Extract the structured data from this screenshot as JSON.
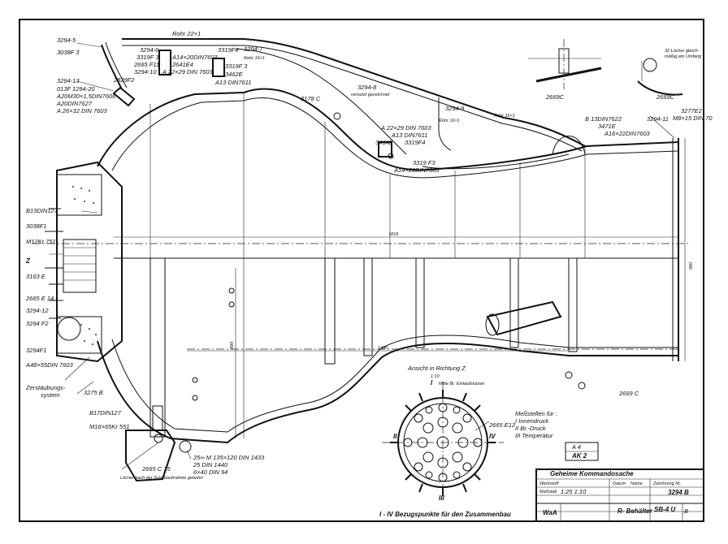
{
  "labels": {
    "l3294_5": "3294-5",
    "l3038f3": "3038F 3",
    "l3294_13": "3294-13",
    "l013f": "013F 1294-20",
    "la20m30": "A20M30×1,5DIN7606",
    "la20din": "A20DIN7627",
    "la26": "A 26×32 DIN 7603",
    "lrohr22": "Rohr 22×1",
    "l3294_6": "3294-6",
    "l3319f3a": "3319F 3",
    "l2665f11": "2665 F11",
    "l3294_10": "3294-10",
    "l2829f2": "2829F2",
    "la14": "A14×20DIN7603",
    "l2641e4": "2641E4",
    "la22a": "A 22×29 DIN 7603",
    "l3319f4a": "3319F4",
    "l3294_7": "3294-7",
    "lrohr16a": "Rohr 16×1",
    "l3319f3b": "3319F 3",
    "l3462e": "3462E",
    "la13a": "A13 DIN7611",
    "l3294_8": "3294-8",
    "lversetzt": "versetzt gezeichnet",
    "l3178c": "3178 C",
    "l3294_9": "3294-9",
    "lrohr16b": "Rohr 16×1",
    "lrohr16c": "Rohr 16×1",
    "la22b": "A 22×29 DIN 7603",
    "la13b": "A13 DIN7611",
    "l3319f4b": "3319F4",
    "l3464e": "3464E",
    "l3319f3c": "3319 F3",
    "la14b": "A14×20DIN7603",
    "l2669c_a": "2669C",
    "l2669c_b": "2669C",
    "l2669c_c": "2669 C",
    "lb13din7622": "B 13DIN7622",
    "l3471e": "3471E",
    "la16": "A16×22DIN7603",
    "l3294_11": "3294-11",
    "l3277e2": "3277E2",
    "lm8": "M8×15 DIN 70",
    "llocher": "32 Löcher gleich-",
    "llocher2": "mäßig am Umfang",
    "lb13din127": "B13DIN127",
    "l3038f1": "3038F1",
    "lm12kr": "M12Kr 751",
    "lz": "Z",
    "l3163e": "3163 E",
    "l2665e14": "2665 E 14",
    "l3294_12": "3294-12",
    "l3294f2": "3294 F2",
    "l3294f1": "3294F1",
    "la48": "A48×55DIN 7603",
    "lzerst1": "Zerstäubungs-",
    "lzerst2": "system",
    "l3275b": "3275 B",
    "lb17": "B17DIN127",
    "lm16": "M16×65Kr 551",
    "l2665c15": "2665 C 15",
    "l25135": "25∞ M 135×120 DIN 1433",
    "l25din": "25 DIN 1440",
    "l6x40": "6×40 DIN 94",
    "llocher3": "Löcher nach der Schubaufnahme gebohrt",
    "ldim1818": "1818",
    "ldim1480": "1480",
    "ldim995": "995",
    "ldim580": "580",
    "lansicht": "Ansicht in Richtung  Z",
    "lscale110": "1:10",
    "lmitte": "Mitte Br. Einlaufstutzen",
    "lroman1": "I",
    "lroman2": "II",
    "lroman3": "III",
    "lroman4": "IV",
    "l2665e12": "2665 E12",
    "lmess1": "Meßstellen für :",
    "lmess2": "I Innendruck",
    "lmess3": "II Br.-Druck",
    "lmess4": "III Temperatur",
    "lbezug": "I - IV Bezugspunkte für den Zusammenbau"
  },
  "title_block": {
    "secret": "Geheime Kommandosache",
    "a4": "A 4",
    "ak2": "AK 2",
    "werkstoff": "Werkstoff",
    "masstab": "Maßstab",
    "scale": "1:25  1:10",
    "datum": "Datum",
    "name": "Name",
    "zeichnung_nr": "Zeichnung Nr.",
    "drawing_no": "3294 B",
    "part_name": "R- Behälter",
    "model": "SB-4 U",
    "org": "WaA",
    "revision": "B"
  }
}
